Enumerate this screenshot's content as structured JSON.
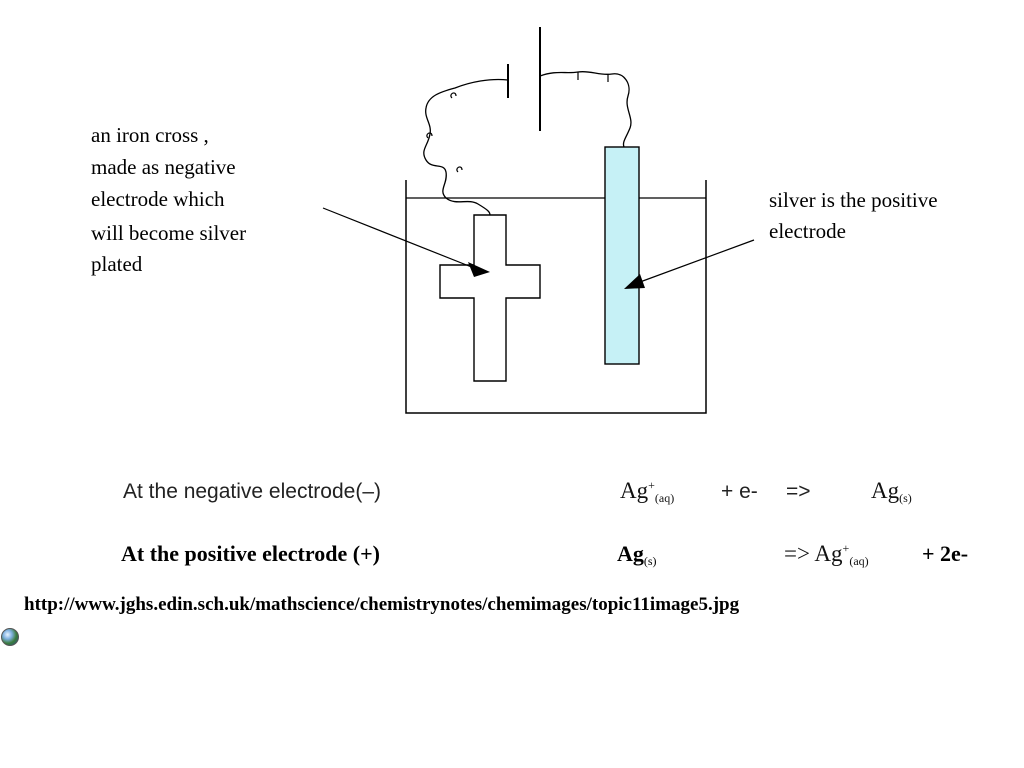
{
  "labels": {
    "cross_line1": "an iron cross ,",
    "cross_line2": "made as negative",
    "cross_line3": "electrode which",
    "cross_line4": "will become silver",
    "cross_line5": "plated",
    "silver_line1": "silver is the positive",
    "silver_line2": "electrode"
  },
  "equations": {
    "negative": {
      "label": "At the negative electrode(–)",
      "ion": "Ag",
      "ion_sup": "+",
      "ion_sub": "(aq)",
      "plus_electron": "+ e-",
      "arrow": "=>",
      "product": "Ag",
      "product_sub": "(s)"
    },
    "positive": {
      "label": "At the positive electrode (+)",
      "reactant": "Ag",
      "reactant_sub": "(s)",
      "arrow": "=> Ag",
      "ion_sup": "+",
      "ion_sub": "(aq)",
      "electrons": "+ 2e-"
    }
  },
  "source_url": "http://www.jghs.edin.sch.uk/mathscience/chemistrynotes/chemimages/topic11image5.jpg",
  "colors": {
    "silver_electrode": "#c6f1f6",
    "lines": "#000000"
  },
  "icons": {
    "bullet": "globe-icon"
  }
}
